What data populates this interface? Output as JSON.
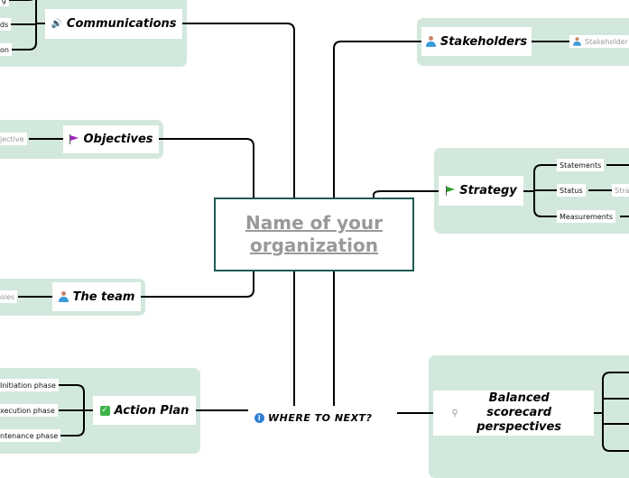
{
  "central": {
    "title": "Name of your organization"
  },
  "hub": {
    "label": "WHERE TO NEXT?",
    "icon": "info-icon"
  },
  "topics": {
    "communications": {
      "label": "Communications",
      "icon": "speaker-icon",
      "children": [
        "g",
        "ds",
        "on"
      ]
    },
    "objectives": {
      "label": "Objectives",
      "icon": "flag-icon",
      "icon_color": "#a020c0",
      "children": [
        "jective"
      ]
    },
    "team": {
      "label": "The team",
      "icon": "person-icon",
      "children": [
        "oles"
      ]
    },
    "action_plan": {
      "label": "Action Plan",
      "icon": "checkbox-icon",
      "children": [
        "Initiation phase",
        "xecution phase",
        "ntenance phase"
      ]
    },
    "stakeholders": {
      "label": "Stakeholders",
      "icon": "person-icon",
      "children": [
        "Stakeholder"
      ]
    },
    "strategy": {
      "label": "Strategy",
      "icon": "flag-icon",
      "icon_color": "#2aa02a",
      "children": [
        "Statements",
        "Status",
        "Measurements"
      ],
      "status_child": "Stra"
    },
    "balanced": {
      "label": "Balanced scorecard perspectives",
      "icon": "magnifier-icon"
    }
  },
  "colors": {
    "group_bg": "#d3e8dc",
    "central_border": "#1f5a50",
    "central_text": "#999999"
  }
}
